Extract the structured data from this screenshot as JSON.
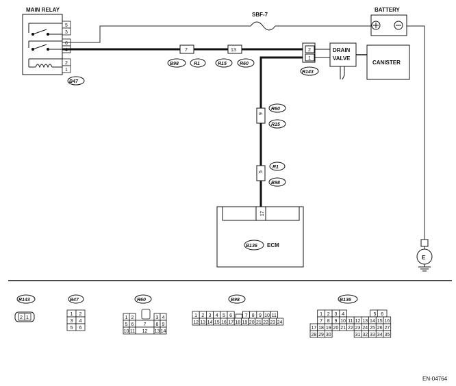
{
  "labels": {
    "main_relay": "MAIN RELAY",
    "battery": "BATTERY",
    "fuse": "SBF-7",
    "drain_valve_line1": "DRAIN",
    "drain_valve_line2": "VALVE",
    "canister": "CANISTER",
    "ecm": "ECM",
    "ground": "E",
    "figure_id": "EN-04764"
  },
  "relay_pins": [
    "5",
    "3",
    "6",
    "4",
    "2",
    "1"
  ],
  "drain_pins": [
    "2",
    "1"
  ],
  "wire_pins": {
    "h7": "7",
    "h13": "13",
    "v9": "9",
    "v5": "5",
    "ecm17": "17"
  },
  "codes": {
    "b47": "B47",
    "b98": "B98",
    "r1": "R1",
    "r15": "R15",
    "r60": "R60",
    "r143": "R143",
    "b136": "B136"
  },
  "connectors": {
    "r143": {
      "code": "R143",
      "pins": [
        "2",
        "1"
      ]
    },
    "b47": {
      "code": "B47",
      "rows": [
        [
          "1",
          "2"
        ],
        [
          "3",
          "4"
        ],
        [
          "5",
          "6"
        ]
      ]
    },
    "r60": {
      "code": "R60",
      "pins": [
        "1",
        "2",
        "3",
        "4",
        "5",
        "6",
        "7",
        "8",
        "9",
        "10",
        "11",
        "12",
        "13",
        "14"
      ]
    },
    "b98": {
      "code": "B98",
      "pins": [
        "1",
        "2",
        "3",
        "4",
        "5",
        "6",
        "7",
        "8",
        "9",
        "10",
        "11",
        "12",
        "13",
        "14",
        "15",
        "16",
        "17",
        "18",
        "19",
        "20",
        "21",
        "22",
        "23",
        "24"
      ]
    },
    "b136": {
      "code": "B136",
      "pins": [
        "1",
        "2",
        "3",
        "4",
        "5",
        "6",
        "7",
        "8",
        "9",
        "10",
        "11",
        "12",
        "13",
        "14",
        "15",
        "16",
        "17",
        "18",
        "19",
        "20",
        "21",
        "22",
        "23",
        "24",
        "25",
        "26",
        "27",
        "28",
        "29",
        "30",
        "31",
        "32",
        "33",
        "34",
        "35"
      ]
    }
  }
}
